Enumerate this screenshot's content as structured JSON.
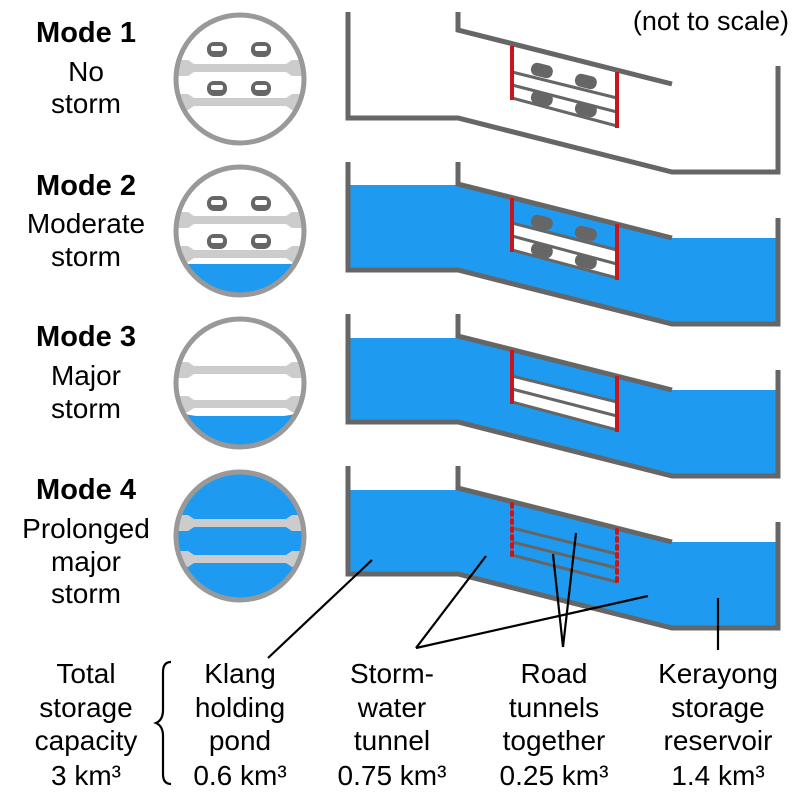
{
  "note": "(not to scale)",
  "modes": [
    {
      "title": "Mode 1",
      "lines": [
        "No",
        "storm"
      ]
    },
    {
      "title": "Mode 2",
      "lines": [
        "Moderate",
        "storm"
      ]
    },
    {
      "title": "Mode 3",
      "lines": [
        "Major",
        "storm"
      ]
    },
    {
      "title": "Mode 4",
      "lines": [
        "Prolonged",
        "major",
        "storm"
      ]
    }
  ],
  "footer": {
    "total": {
      "lines": [
        "Total",
        "storage",
        "capacity",
        "3 km³"
      ]
    },
    "parts": [
      {
        "lines": [
          "Klang",
          "holding",
          "pond",
          "0.6 km³"
        ]
      },
      {
        "lines": [
          "Storm-",
          "water",
          "tunnel",
          "0.75 km³"
        ]
      },
      {
        "lines": [
          "Road",
          "tunnels",
          "together",
          "0.25 km³"
        ]
      },
      {
        "lines": [
          "Kerayong",
          "storage",
          "reservoir",
          "1.4 km³"
        ]
      }
    ]
  },
  "colors": {
    "water": "#1e9bf0",
    "wall": "#666666",
    "barrier": "#c8161d",
    "ring": "#999999",
    "deck": "#cccccc",
    "car": "#666666"
  }
}
